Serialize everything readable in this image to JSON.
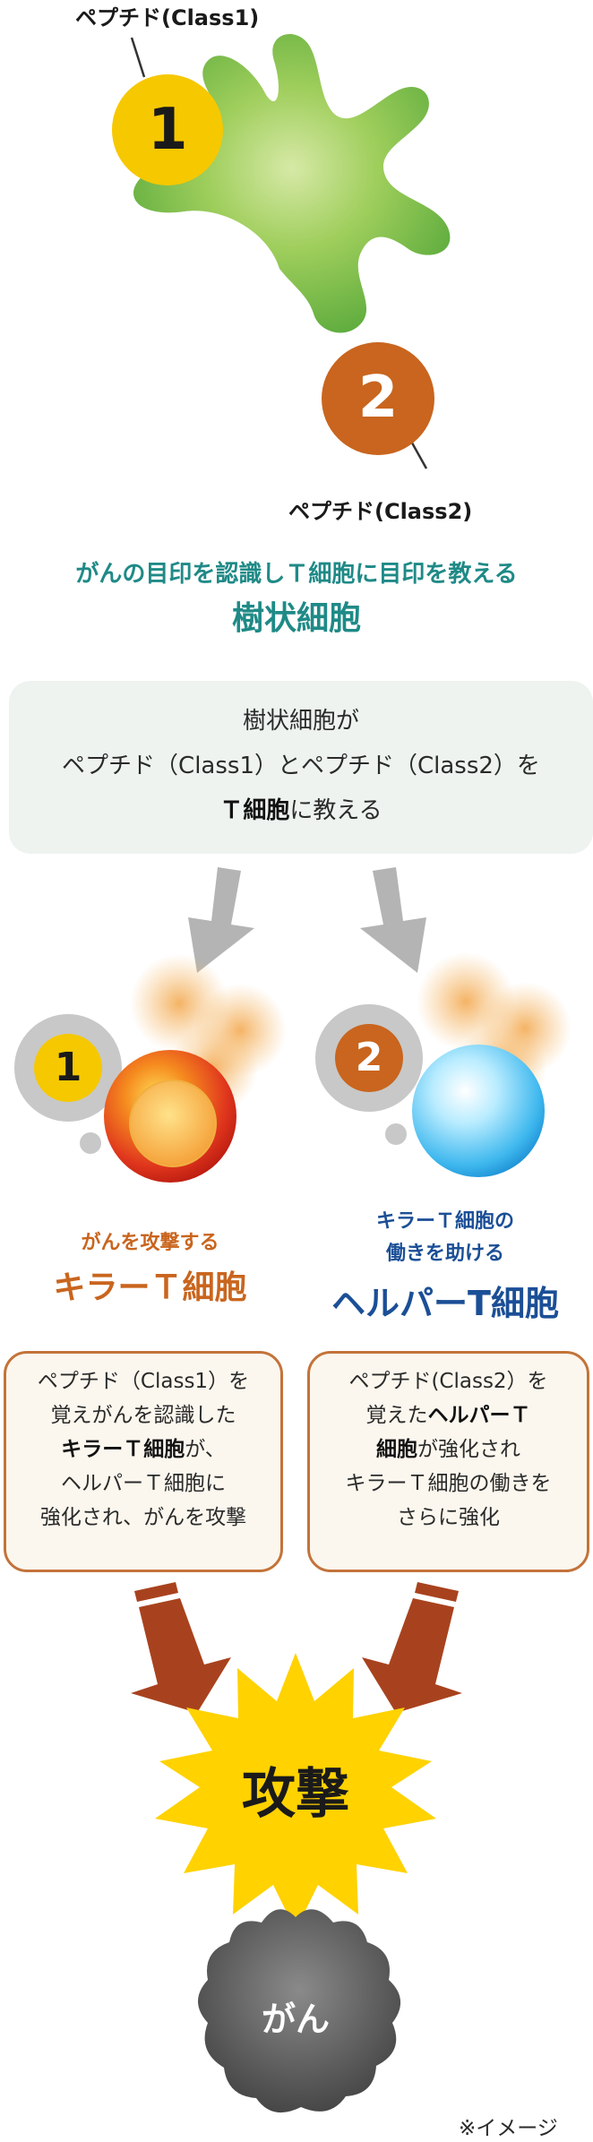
{
  "top": {
    "peptide1_label": "ペプチド(Class1)",
    "peptide2_label": "ペプチド(Class2)",
    "num1": "1",
    "num2": "2",
    "subtitle": "がんの目印を認識しＴ細胞に目印を教える",
    "title": "樹状細胞"
  },
  "explain_box": {
    "line1": "樹状細胞が",
    "line2": "ペプチド（Class1）とペプチド（Class2）を",
    "line3_bold": "Ｔ細胞",
    "line3_rest": "に教える"
  },
  "killer": {
    "num": "1",
    "subtitle": "がんを攻撃する",
    "title": "キラーＴ細胞",
    "box_line1": "ペプチド（Class1）を",
    "box_line2": "覚えがんを認識した",
    "box_line3_bold": "キラーＴ細胞",
    "box_line3_rest": "が、",
    "box_line4": "ヘルパーＴ細胞に",
    "box_line5": "強化され、がんを攻撃"
  },
  "helper": {
    "num": "2",
    "subtitle_line1": "キラーＴ細胞の",
    "subtitle_line2": "働きを助ける",
    "title": "ヘルパーT細胞",
    "box_line1": "ペプチド(Class2）を",
    "box_line2_a": "覚えた",
    "box_line2_bold": "ヘルパーＴ",
    "box_line3_bold": "細胞",
    "box_line3_rest": "が強化され",
    "box_line4": "キラーＴ細胞の働きを",
    "box_line5": "さらに強化"
  },
  "attack": {
    "label": "攻撃"
  },
  "cancer": {
    "label": "がん"
  },
  "note": "※イメージ",
  "colors": {
    "teal": "#1f8a87",
    "orange": "#c9651e",
    "blue": "#1b4f96",
    "dendritic_green": "#7bc142",
    "peptide1_yellow": "#f6c800",
    "peptide2_orange": "#c9651e",
    "attack_yellow": "#ffd200",
    "cancer_gray": "#555555",
    "arrow_brown": "#a8421e",
    "arrow_gray": "#b4b4b4"
  },
  "icons": {
    "dendritic_cell": "dendritic-cell-icon",
    "killer_cell": "red-orb-icon",
    "helper_cell": "blue-orb-icon",
    "attack_burst": "starburst-icon",
    "cancer_cell": "gear-blob-icon"
  }
}
